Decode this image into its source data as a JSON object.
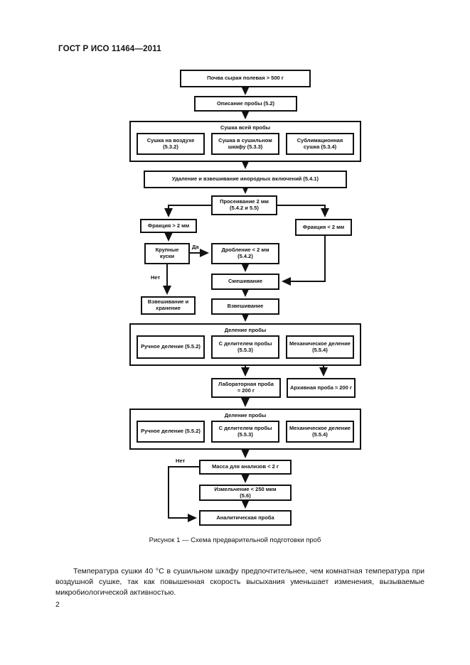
{
  "page": {
    "header": "ГОСТ Р ИСО 11464—2011",
    "caption": "Рисунок 1 — Схема предварительной подготовки проб",
    "paragraph": "Температура сушки 40 °С в сушильном шкафу предпочтительнее, чем комнатная температура при воздушной сушке, так как повышенная скорость высыхания уменьшает изменения, вызываемые микробиологической активностью.",
    "page_number": "2"
  },
  "flowchart": {
    "nodes": {
      "soil": "Почва сырая полевая > 500 г",
      "description": "Описание пробы (5.2)",
      "drying": {
        "title": "Сушка всей пробы",
        "air": "Сушка на воздухе (5.3.2)",
        "oven": "Сушка в сушильном шкафу (5.3.3)",
        "freeze": "Сублимационная сушка (5.3.4)"
      },
      "removal": "Удаление и взвешивание инородных включений (5.4.1)",
      "sieving": "Просеивание 2 мм (5.4.2 и 5.5)",
      "fraction_gt": "Фракция > 2 мм",
      "fraction_lt": "Фракция < 2 мм",
      "lumps": "Крупные куски",
      "crushing": "Дробление < 2 мм (5.4.2)",
      "mixing": "Смешивание",
      "weighing_storage": "Взвешивание и хранение",
      "weighing": "Взвешивание",
      "division1": {
        "title": "Деление пробы",
        "manual": "Ручное деление (5.5.2)",
        "divider": "С делителем пробы (5.5.3)",
        "mech": "Механическое деление (5.5.4)"
      },
      "lab_sample": "Лабораторная проба ≈ 200 г",
      "archive_sample": "Архивная проба ≈ 200 г",
      "division2": {
        "title": "Деление пробы",
        "manual": "Ручное деление (5.5.2)",
        "divider": "С делителем пробы (5.5.3)",
        "mech": "Механическое деление (5.5.4)"
      },
      "mass_check": "Масса для анализов < 2 г",
      "grinding": "Измельчение < 250 мкм (5.6)",
      "analytical_sample": "Аналитическая проба"
    },
    "edge_labels": {
      "yes": "Да",
      "no": "Нет"
    }
  }
}
